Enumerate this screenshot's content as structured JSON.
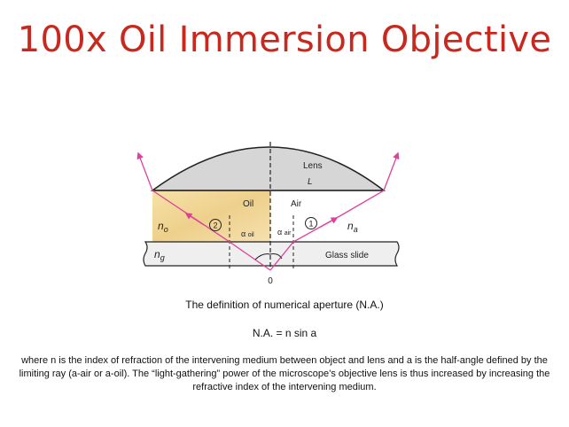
{
  "title": "100x Oil Immersion Objective",
  "diagram": {
    "lens_label": "Lens",
    "lens_symbol": "L",
    "oil_label": "Oil",
    "air_label": "Air",
    "n_oil_sym": "n",
    "n_oil_sub": "o",
    "n_air_sym": "n",
    "n_air_sub": "a",
    "n_glass_sym": "n",
    "n_glass_sub": "g",
    "alpha": "α",
    "alpha_oil_sub": "oil",
    "alpha_air_sub": "air",
    "ray2_label": "2",
    "ray1_label": "1",
    "glass_label": "Glass slide",
    "origin_label": "0",
    "colors": {
      "oil": "#f3dca0",
      "lens": "#d8d8d8",
      "ray": "#e0409a",
      "glass": "#ececec"
    }
  },
  "caption1": "The definition of numerical aperture (N.A.)",
  "caption2": "N.A. = n sin a",
  "paragraph": "where n is the index of refraction of the intervening medium between object and lens and a is the half-angle defined by the limiting ray (a-air or a-oil). The “light-gathering” power of the microscope’s objective lens is thus increased by increasing the refractive index of the intervening medium."
}
